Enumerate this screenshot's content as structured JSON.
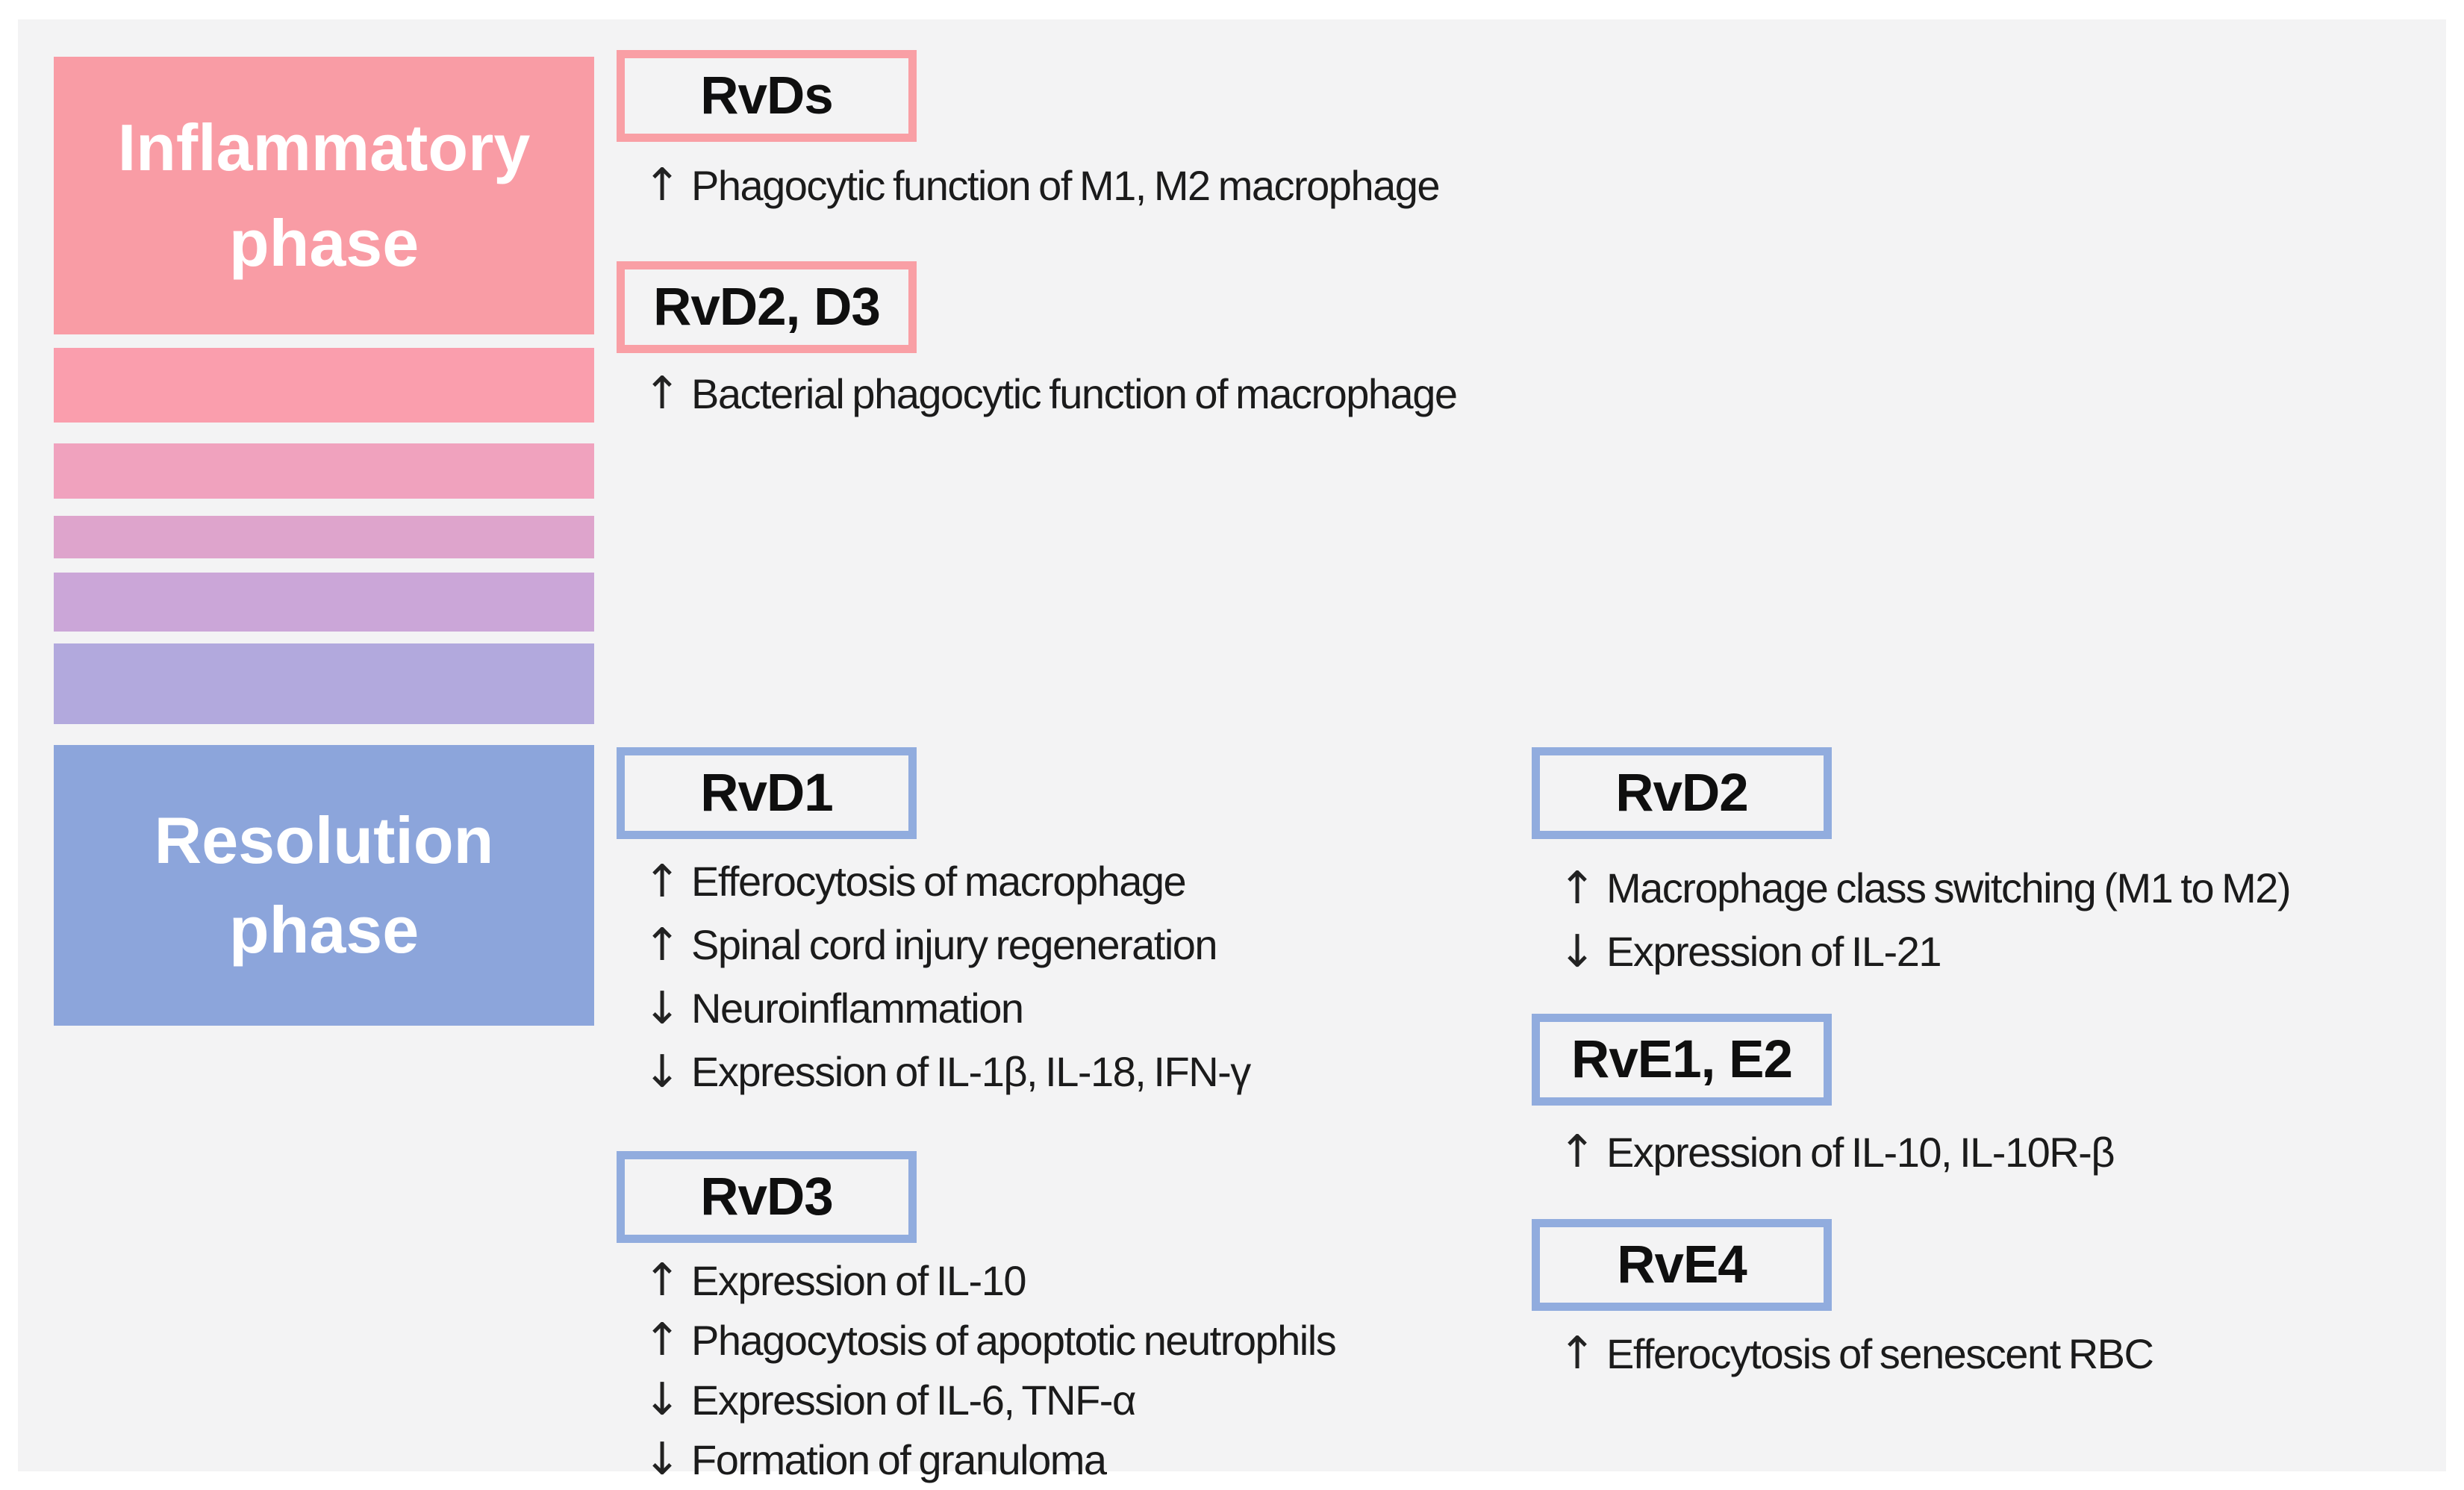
{
  "palette": {
    "background": "#F3F3F4",
    "margin": "#FFFFFF",
    "text": "#1B1B1B",
    "phase_text": "#FFFFFF",
    "pink_accent": "#F99FA5",
    "blue_accent": "#91ACDE",
    "inflammatory_fill": "#F99CA5",
    "resolution_fill": "#8CA5DB",
    "gradient_bars": [
      "#FA9EAD",
      "#F0A2BE",
      "#DEA4CC",
      "#CBA6D8",
      "#B2A9DD"
    ]
  },
  "phases": {
    "inflammatory": "Inflammatory phase",
    "resolution": "Resolution phase"
  },
  "groups": {
    "rvds": {
      "label": "RvDs",
      "items": [
        {
          "arrow": "↑",
          "text": "Phagocytic function of M1, M2 macrophage"
        }
      ]
    },
    "rvd2d3": {
      "label": "RvD2, D3",
      "items": [
        {
          "arrow": "↑",
          "text": "Bacterial phagocytic function of macrophage"
        }
      ]
    },
    "rvd1": {
      "label": "RvD1",
      "items": [
        {
          "arrow": "↑",
          "text": "Efferocytosis of macrophage"
        },
        {
          "arrow": "↑",
          "text": "Spinal cord injury regeneration"
        },
        {
          "arrow": "↓",
          "text": "Neuroinflammation"
        },
        {
          "arrow": "↓",
          "text": "Expression of IL-1β, IL-18, IFN-γ"
        }
      ]
    },
    "rvd3": {
      "label": "RvD3",
      "items": [
        {
          "arrow": "↑",
          "text": "Expression of IL-10"
        },
        {
          "arrow": "↑",
          "text": "Phagocytosis of apoptotic neutrophils"
        },
        {
          "arrow": "↓",
          "text": "Expression of IL-6, TNF-α"
        },
        {
          "arrow": "↓",
          "text": "Formation of granuloma"
        }
      ]
    },
    "rvd2": {
      "label": "RvD2",
      "items": [
        {
          "arrow": "↑",
          "text": "Macrophage class switching (M1 to M2)"
        },
        {
          "arrow": "↓",
          "text": "Expression of IL-21"
        }
      ]
    },
    "rve1e2": {
      "label": "RvE1, E2",
      "items": [
        {
          "arrow": "↑",
          "text": "Expression of IL-10, IL-10R-β"
        }
      ]
    },
    "rve4": {
      "label": "RvE4",
      "items": [
        {
          "arrow": "↑",
          "text": "Efferocytosis of senescent RBC"
        }
      ]
    }
  }
}
